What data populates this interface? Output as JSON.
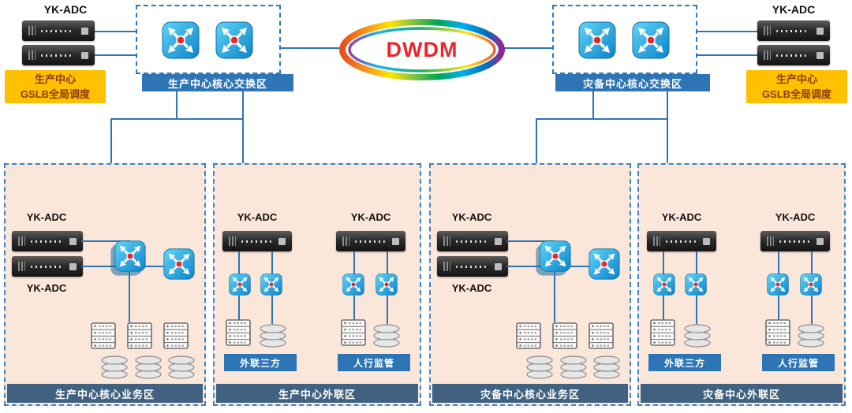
{
  "diagram": {
    "adc_label": "YK-ADC",
    "dwdm": "DWDM",
    "badges": {
      "left": {
        "line1": "生产中心",
        "line2": "GSLB全局调度"
      },
      "right": {
        "line1": "生产中心",
        "line2": "GSLB全局调度"
      }
    },
    "switch_zones": {
      "production": "生产中心核心交换区",
      "disaster": "灾备中心核心交换区"
    },
    "zones": [
      {
        "title": "生产中心核心业务区"
      },
      {
        "title": "生产中心外联区",
        "tag_left": "外联三方",
        "tag_right": "人行监管"
      },
      {
        "title": "灾备中心核心业务区"
      },
      {
        "title": "灾备中心外联区",
        "tag_left": "外联三方",
        "tag_right": "人行监管"
      }
    ],
    "colors": {
      "line": "#2e75b6",
      "zone_bar": "#2e75b6",
      "panel_bg": "#fbe7da",
      "panel_border": "#3c85c6",
      "panel_title_bar": "#40617f",
      "badge_bg": "#ffc000",
      "badge_text": "#8d3b0b",
      "dwdm_text": "#e8262d",
      "switch_icon": "#29abe2"
    }
  }
}
